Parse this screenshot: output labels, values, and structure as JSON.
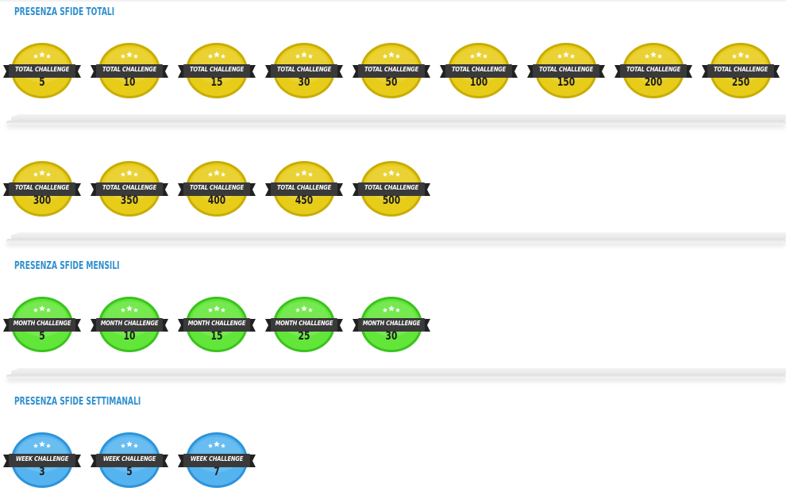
{
  "sections": [
    {
      "id": "totali",
      "title": "PRESENZA SFIDE TOTALI"
    },
    {
      "id": "mensili",
      "title": "PRESENZA SFIDE MENSILI"
    },
    {
      "id": "settimanali",
      "title": "PRESENZA SFIDE SETTIMANALI"
    }
  ],
  "colors": {
    "title": "#2f8fce",
    "total_badge": "#e8cc1a",
    "total_badge_ring": "#c8ad06",
    "month_badge": "#63e63a",
    "month_badge_ring": "#3cc220",
    "week_badge": "#55b4ef",
    "week_badge_ring": "#2f93d8",
    "ribbon": "#3a3a3a"
  },
  "badge_rows": [
    {
      "section": "totali",
      "color": "total",
      "caption": "TOTAL CHALLENGE",
      "badges": [
        "5",
        "10",
        "15",
        "30",
        "50",
        "100",
        "150",
        "200",
        "250"
      ]
    },
    {
      "section": "totali",
      "color": "total",
      "caption": "TOTAL CHALLENGE",
      "badges": [
        "300",
        "350",
        "400",
        "450",
        "500"
      ]
    },
    {
      "section": "mensili",
      "color": "month",
      "caption": "MONTH CHALLENGE",
      "badges": [
        "5",
        "10",
        "15",
        "25",
        "30"
      ]
    },
    {
      "section": "settimanali",
      "color": "week",
      "caption": "WEEK CHALLENGE",
      "badges": [
        "3",
        "5",
        "7"
      ]
    }
  ]
}
